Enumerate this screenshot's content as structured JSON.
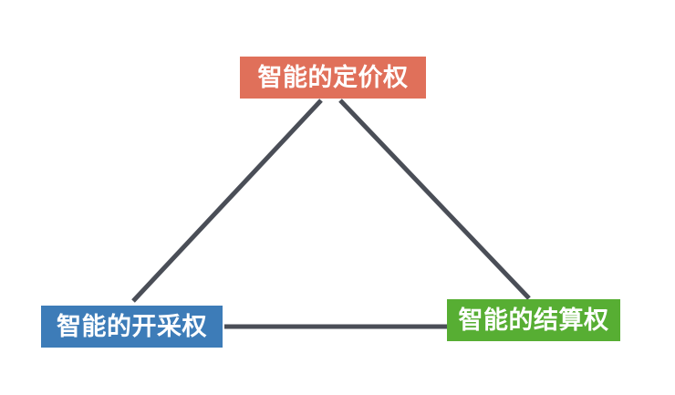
{
  "diagram": {
    "title": "",
    "type": "triangle-relationship",
    "background_color": "#ffffff",
    "edge_color": "#4a4e57",
    "edge_width": 5,
    "nodes": [
      {
        "id": "pricing",
        "label": "智能的定价权",
        "color": "#e0705a",
        "text_color": "#ffffff",
        "position": "top"
      },
      {
        "id": "mining",
        "label": "智能的开采权",
        "color": "#3d7cb8",
        "text_color": "#ffffff",
        "position": "bottom-left"
      },
      {
        "id": "settlement",
        "label": "智能的结算权",
        "color": "#57ae33",
        "text_color": "#ffffff",
        "position": "bottom-right"
      }
    ],
    "edges": [
      {
        "id": "edge-pricing-mining",
        "from": "pricing",
        "to": "mining"
      },
      {
        "id": "edge-pricing-settlement",
        "from": "pricing",
        "to": "settlement"
      },
      {
        "id": "edge-mining-settlement",
        "from": "mining",
        "to": "settlement"
      }
    ]
  }
}
